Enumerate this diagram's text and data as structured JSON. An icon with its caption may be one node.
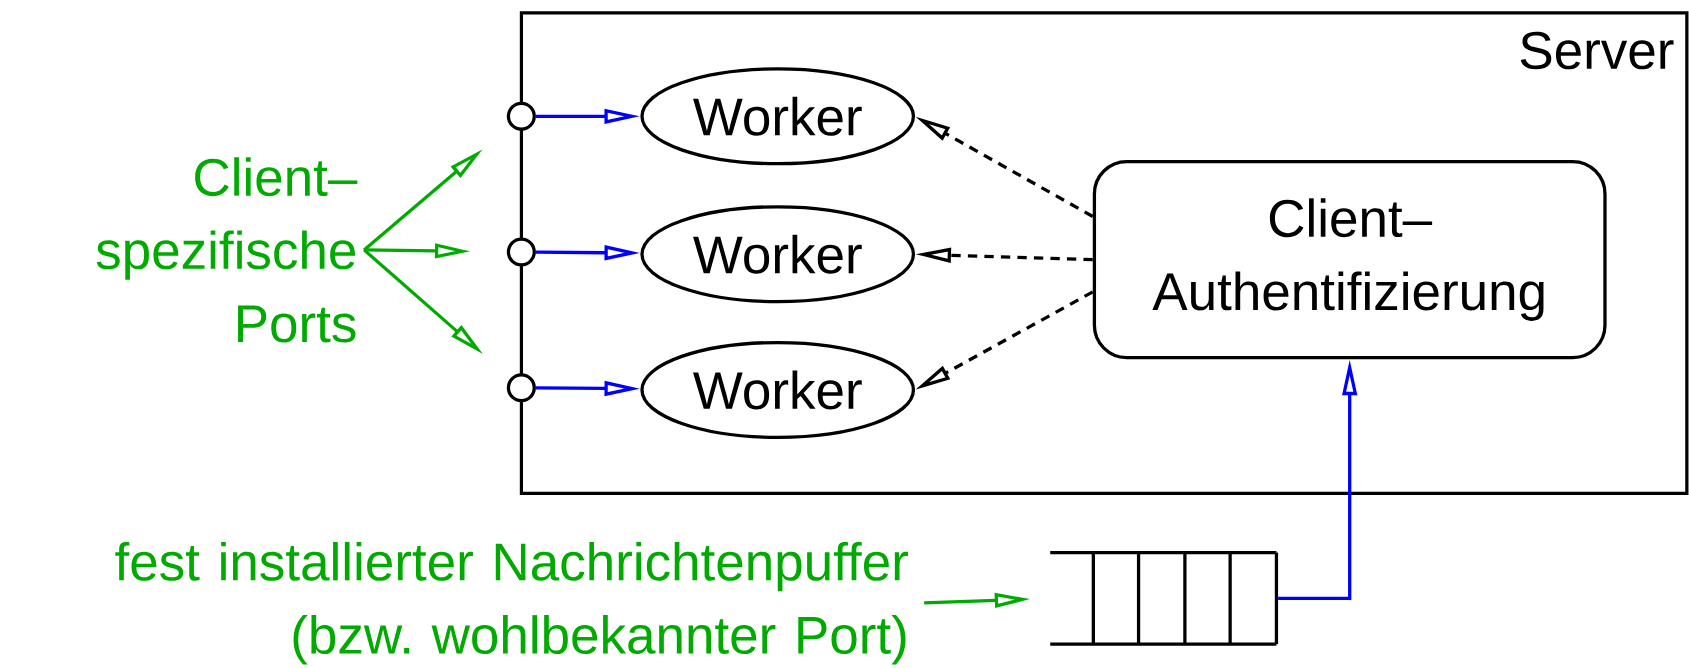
{
  "diagram": {
    "nodes": [
      {
        "text": [
          "Server"
        ]
      },
      {
        "text": [],
        "shape": "circle"
      },
      {
        "text": [],
        "shape": "circle"
      },
      {
        "text": [],
        "shape": "circle"
      },
      {
        "text": [
          "Worker"
        ],
        "in": 0
      },
      {
        "text": [
          "Worker"
        ],
        "in": 0
      },
      {
        "text": [
          "Worker"
        ],
        "in": 0
      },
      {
        "text": [
          "Client– Authentifizierung"
        ],
        "in": 0
      },
      {
        "text": [],
        "shape": "box"
      },
      {
        "text": [
          "Client– spezifische Ports"
        ]
      },
      {
        "text": [
          "fest installierter Nachrichtenpuffer (bzw. wohlbekannter Port)"
        ]
      }
    ],
    "edges": [
      {
        "from": 1,
        "to": 4,
        "arrow": "to",
        "color": "#0000ff"
      },
      {
        "from": 2,
        "to": 5,
        "arrow": "to",
        "color": "#0000ff"
      },
      {
        "from": 3,
        "to": 6,
        "arrow": "to",
        "color": "#0000ff"
      },
      {
        "from": 7,
        "to": 4,
        "arrow": "to",
        "style": "dashed",
        "color": "#000000"
      },
      {
        "from": 7,
        "to": 5,
        "arrow": "to",
        "style": "dashed",
        "color": "#000000"
      },
      {
        "from": 7,
        "to": 6,
        "arrow": "to",
        "style": "dashed",
        "color": "#000000"
      },
      {
        "from": 8,
        "to": 7,
        "arrow": "to",
        "color": "#0000ff"
      },
      {
        "from": 9,
        "to": 1,
        "arrow": "to",
        "color": "#00aa00"
      },
      {
        "from": 9,
        "to": 2,
        "arrow": "to",
        "color": "#00aa00"
      },
      {
        "from": 9,
        "to": 3,
        "arrow": "to",
        "color": "#00aa00"
      },
      {
        "from": 10,
        "to": 8,
        "arrow": "to",
        "color": "#00aa00"
      }
    ]
  }
}
